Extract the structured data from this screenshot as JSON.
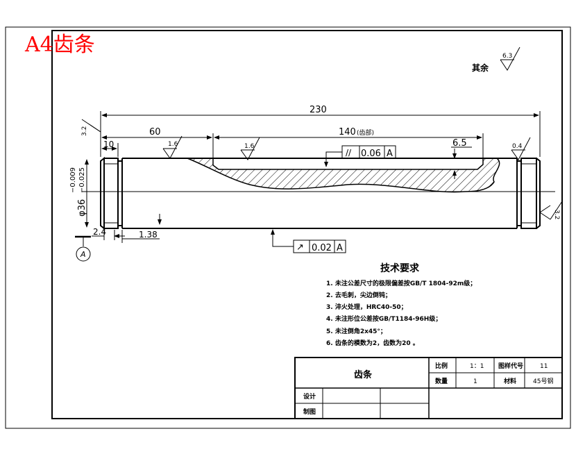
{
  "header": {
    "watermark": "A4齿条",
    "watermark_color": "#ff0000"
  },
  "roughness": {
    "other": "其余",
    "other_value": "6.3",
    "left_face": "3.2",
    "right_face": "3.2",
    "rack_surface": "1.6",
    "shaft_surface": "1.6",
    "right_groove": "0.4"
  },
  "dimensions": {
    "overall": "230",
    "left_segment": "60",
    "rack_length": "140",
    "rack_length_note": "(齿部)",
    "groove_width": "10",
    "chamfer": "2.4",
    "groove_depth": "1.38",
    "tooth_depth": "6.5",
    "diameter": "φ36",
    "tol_upper": "−0.009",
    "tol_lower": "−0.025"
  },
  "tolerances": {
    "parallelism": {
      "symbol": "//",
      "value": "0.06",
      "datum": "A"
    },
    "runout": {
      "symbol": "↗",
      "value": "0.02",
      "datum": "A"
    },
    "datum_label": "A"
  },
  "notes": {
    "title": "技术要求",
    "items": [
      "1. 未注公差尺寸的极限偏差按GB/T 1804-92m级；",
      "2. 去毛刺，尖边倒钝；",
      "3. 淬火处理，HRC40-50；",
      "4. 未注形位公差按GB/T1184-96H级；",
      "5. 未注倒角2x45°；",
      "6. 齿条的模数为2，齿数为20 。"
    ]
  },
  "title_block": {
    "part_name": "齿条",
    "scale_label": "比例",
    "scale_value": "1：1",
    "drawing_no_label": "图样代号",
    "drawing_no_value": "11",
    "qty_label": "数量",
    "qty_value": "1",
    "material_label": "材料",
    "material_value": "45号钢",
    "design_label": "设计",
    "drawing_label": "制图"
  }
}
